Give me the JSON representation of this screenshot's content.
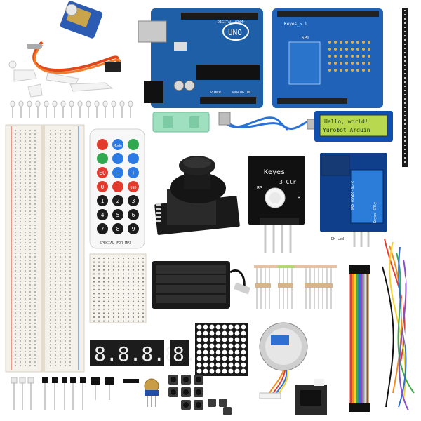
{
  "uno_board": {
    "brand_label": "UNO",
    "digital_label": "DIGITAL (PWM~)",
    "analog_label": "ANALOG IN",
    "power_label": "POWER"
  },
  "shield": {
    "brand_label": "Keyes_5.1",
    "spi_label": "SPI"
  },
  "lcd": {
    "line1": "Hello, world!",
    "line2": "Yurobot Arduin"
  },
  "sensor_module": {
    "brand_label": "Keyes",
    "pin_label": "3_Clr",
    "r_label": "R3",
    "r1_label": "R1"
  },
  "relay": {
    "label": "Keyes_SRly",
    "relay_text": "SRD-05VDC-SL-C",
    "pin_label": "DH_Led"
  },
  "remote": {
    "label": "SPECIAL FOR MP3",
    "keys": [
      "",
      "Mode",
      "",
      "",
      "",
      "",
      "EQ",
      "−",
      "+",
      "0",
      "",
      "USD",
      "1",
      "2",
      "3",
      "4",
      "5",
      "6",
      "7",
      "8",
      "9"
    ]
  },
  "segment_display": {
    "four_digit": "8.8.8.8.",
    "one_digit": "8."
  },
  "colors": {
    "board_blue": "#1f5fa8",
    "breadboard": "#f4f0ea",
    "module_black": "#1a1a1a",
    "servo_blue": "#2c5bb3",
    "wire_colors": [
      "#e63c2f",
      "#f08c1e",
      "#f4d22a",
      "#3cab4a",
      "#2f6fd1",
      "#8a4fc8",
      "#999999",
      "#ffffff",
      "#8b5a2b",
      "#111111"
    ]
  }
}
